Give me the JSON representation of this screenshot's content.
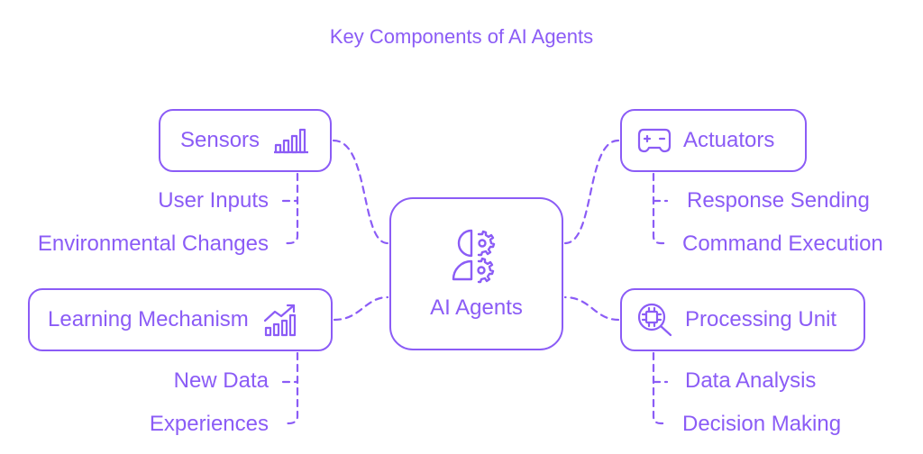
{
  "title": "Key Components of AI Agents",
  "center": {
    "label": "AI Agents",
    "icon": "ai-head-gear-icon"
  },
  "components": {
    "sensors": {
      "label": "Sensors",
      "icon": "signal-bars-icon",
      "items": [
        "User Inputs",
        "Environmental Changes"
      ]
    },
    "learning": {
      "label": "Learning Mechanism",
      "icon": "growth-chart-icon",
      "items": [
        "New Data",
        "Experiences"
      ]
    },
    "actuators": {
      "label": "Actuators",
      "icon": "gamepad-icon",
      "items": [
        "Response Sending",
        "Command Execution"
      ]
    },
    "processing": {
      "label": "Processing Unit",
      "icon": "chip-search-icon",
      "items": [
        "Data Analysis",
        "Decision Making"
      ]
    }
  },
  "colors": {
    "accent": "#8b5cf6",
    "background": "#ffffff"
  }
}
